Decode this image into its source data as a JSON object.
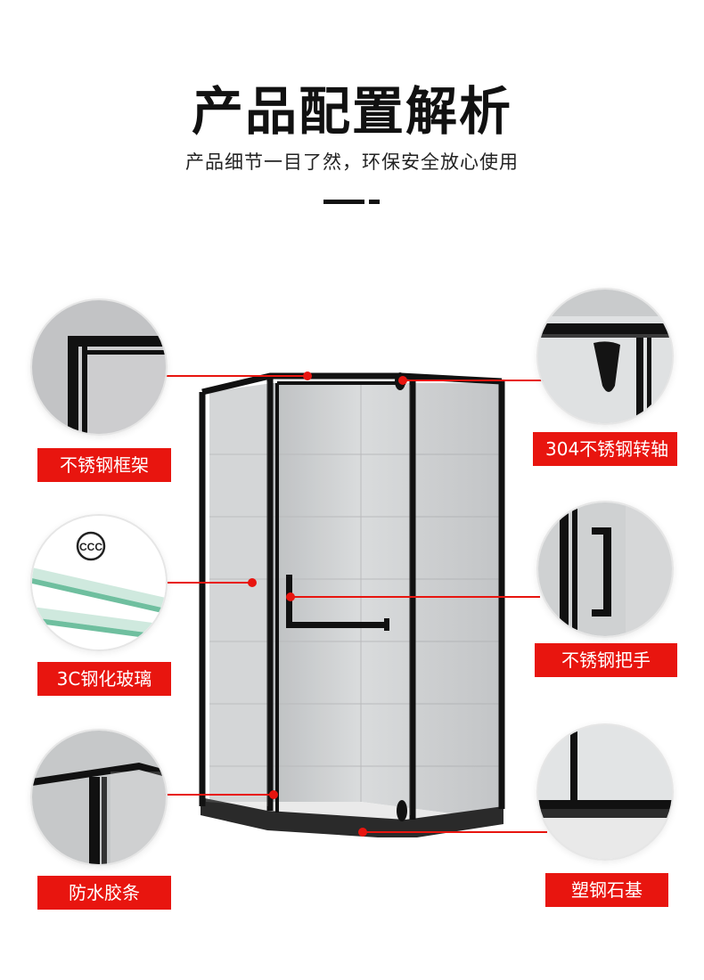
{
  "header": {
    "title": "产品配置解析",
    "subtitle": "产品细节一目了然，环保安全放心使用"
  },
  "callouts": {
    "frame": {
      "label": "不锈钢框架"
    },
    "pivot": {
      "label": "304不锈钢转轴"
    },
    "glass": {
      "label": "3C钢化玻璃",
      "badge_icon": "3c-certification-icon"
    },
    "handle": {
      "label": "不锈钢把手"
    },
    "seal": {
      "label": "防水胶条"
    },
    "base": {
      "label": "塑钢石基"
    }
  },
  "colors": {
    "accent": "#e8150f",
    "frame": "#111111",
    "wall": "#c9cbcc"
  }
}
